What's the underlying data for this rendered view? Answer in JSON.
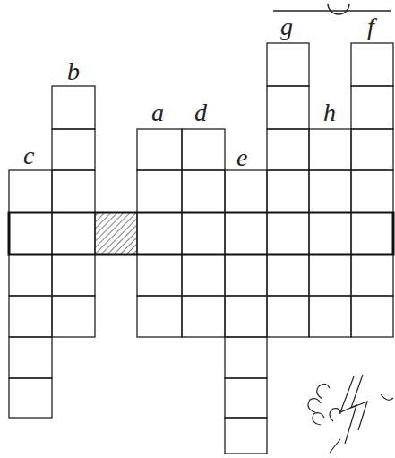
{
  "diagram": {
    "labels": [
      "c",
      "b",
      "a",
      "d",
      "e",
      "g",
      "h",
      "f"
    ]
  }
}
